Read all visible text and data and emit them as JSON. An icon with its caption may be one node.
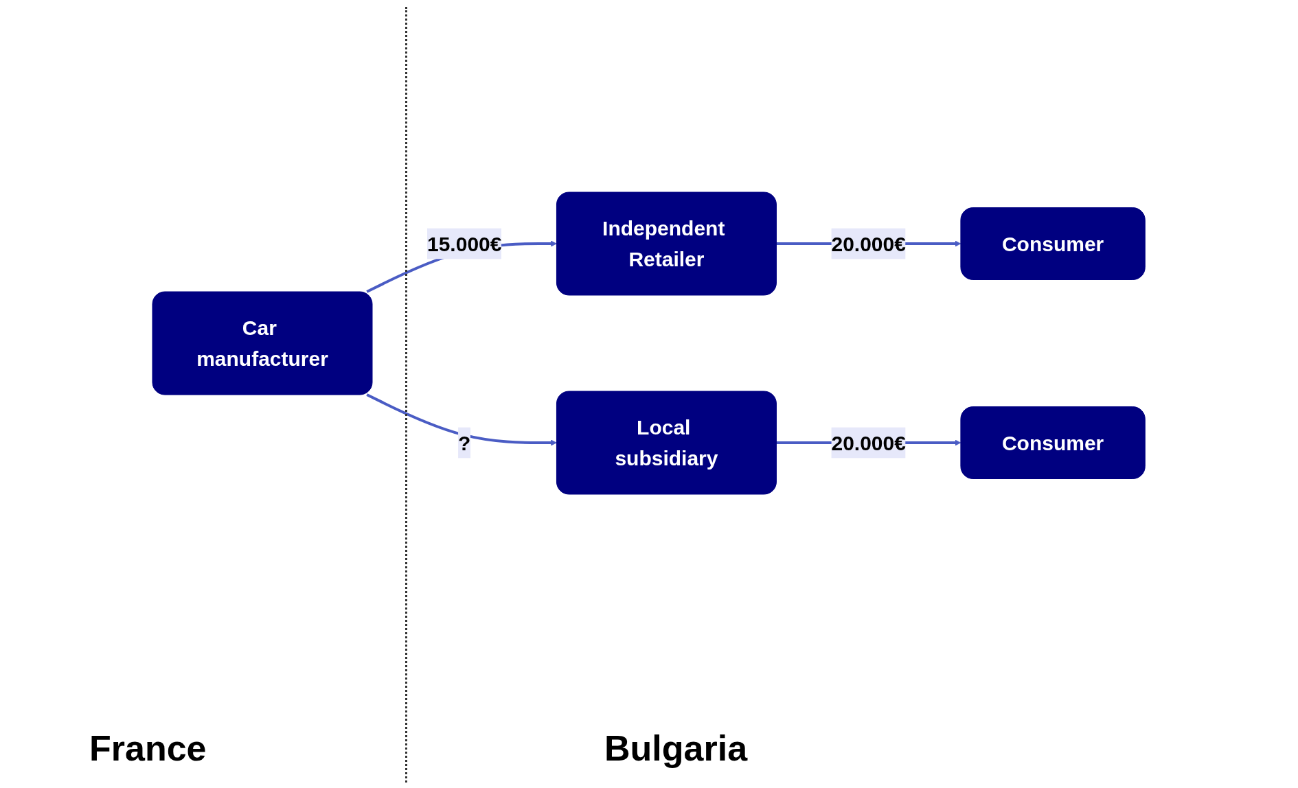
{
  "diagram": {
    "nodes": [
      {
        "text": [
          "Car manufacturer"
        ]
      },
      {
        "text": [
          "Independent Retailer"
        ]
      },
      {
        "text": [
          "Consumer"
        ]
      },
      {
        "text": [
          "Local subsidiary"
        ]
      },
      {
        "text": [
          "Consumer"
        ]
      }
    ],
    "edges": [
      {
        "from": 0,
        "to": 1,
        "arrow": "to",
        "label": "15.000€"
      },
      {
        "from": 1,
        "to": 2,
        "arrow": "to",
        "label": "20.000€"
      },
      {
        "from": 0,
        "to": 3,
        "arrow": "to",
        "label": "?"
      },
      {
        "from": 3,
        "to": 4,
        "arrow": "to",
        "label": "20.000€"
      }
    ],
    "labels": [
      "France",
      "Bulgaria"
    ]
  }
}
